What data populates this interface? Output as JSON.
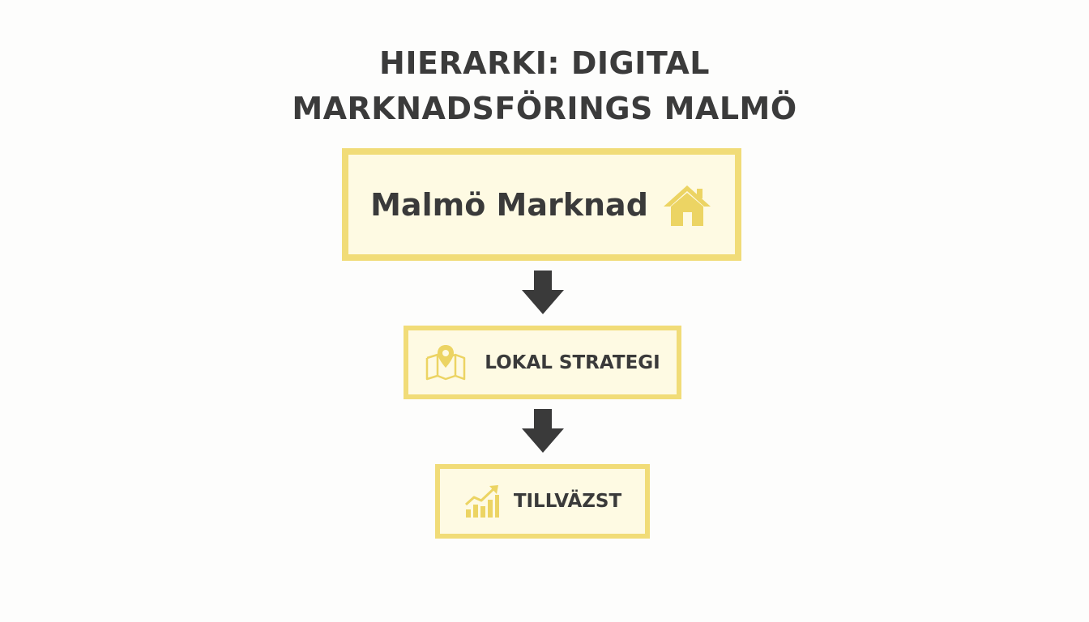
{
  "title": {
    "line1": "HIERARKI: DIGITAL",
    "line2": "MARKNADSFÖRINGS MALMÖ"
  },
  "nodes": {
    "top": {
      "label": "Malmö Marknad",
      "icon": "home-icon"
    },
    "middle": {
      "label": "LOKAL STRATEGI",
      "icon": "map-pin-icon"
    },
    "bottom": {
      "label": "TILLVÄZST",
      "icon": "growth-chart-icon"
    }
  },
  "colors": {
    "accent": "#f1dc78",
    "box_fill": "#fefae3",
    "text": "#3a3a3a",
    "arrow": "#3a3a3a",
    "icon": "#ecd463"
  }
}
